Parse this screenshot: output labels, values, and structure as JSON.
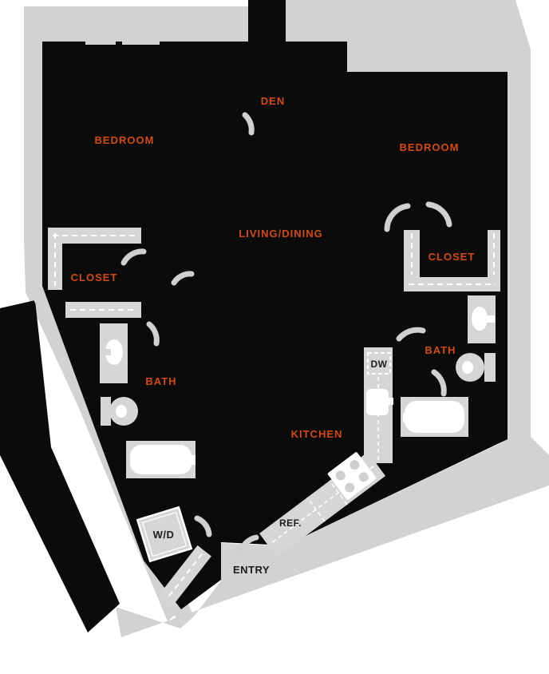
{
  "plan": {
    "type": "apartment-floor-plan",
    "rooms": {
      "bedroom_left": "BEDROOM",
      "den": "DEN",
      "bedroom_right": "BEDROOM",
      "living_dining": "LIVING/DINING",
      "closet_left": "CLOSET",
      "closet_right": "CLOSET",
      "bath_left": "BATH",
      "bath_right": "BATH",
      "kitchen": "KITCHEN"
    },
    "fixtures": {
      "washer_dryer": "W/D",
      "dishwasher": "DW",
      "refrigerator": "REF.",
      "entry": "ENTRY"
    },
    "palette": {
      "unit_fill": "#0b0b0b",
      "building_outline": "#d2d2d2",
      "fixture_fill": "#d6d6d6",
      "room_label_color": "#d6490f",
      "fixture_label_color": "#1d1d1d",
      "background": "#ffffff"
    }
  }
}
